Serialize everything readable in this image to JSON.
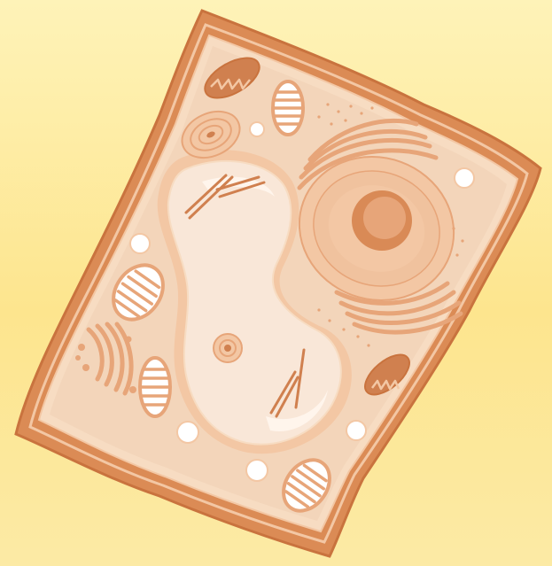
{
  "diagram": {
    "subject": "plant-cell",
    "background": {
      "top": "#FEF3B8",
      "middle": "#FDE58E",
      "bottom": "#FCEAA5"
    },
    "colors": {
      "wall": "#DB8B55",
      "wall_dark": "#C9733E",
      "membrane": "#F7DCC2",
      "cytoplasm": "#F3D5BA",
      "vacuole": "#F9E7D8",
      "vacuole_shine": "#FFF6EE",
      "organelle": "#E7A579",
      "organelle_dark": "#D0804F",
      "organelle_light": "#F3C7A4",
      "nucleus": "#F0C29E",
      "nucleolus": "#D98A56",
      "vesicle": "#FFFFFF"
    },
    "parts": [
      "cell-wall",
      "cell-membrane",
      "cytoplasm",
      "central-vacuole",
      "nucleus",
      "nucleolus",
      "golgi-apparatus",
      "rough-endoplasmic-reticulum",
      "chloroplast",
      "mitochondrion",
      "vesicle",
      "microfilament"
    ]
  }
}
